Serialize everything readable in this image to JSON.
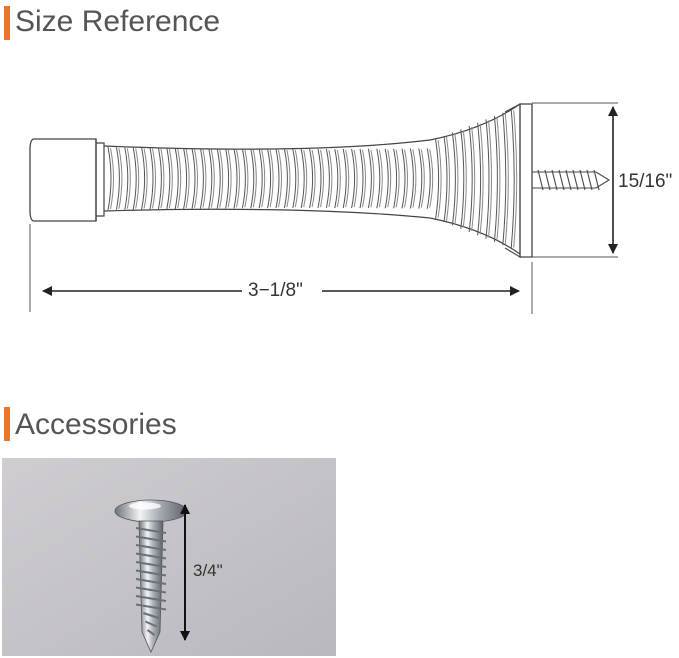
{
  "sections": {
    "size_reference": {
      "title": "Size Reference"
    },
    "accessories": {
      "title": "Accessories"
    }
  },
  "dimensions": {
    "length": "3−1/8\"",
    "diameter": "15/16\"",
    "screw_length": "3/4\""
  },
  "colors": {
    "accent": "#e8762c",
    "heading_text": "#555555",
    "line": "#222222",
    "photo_background": "#c4c3c8"
  }
}
